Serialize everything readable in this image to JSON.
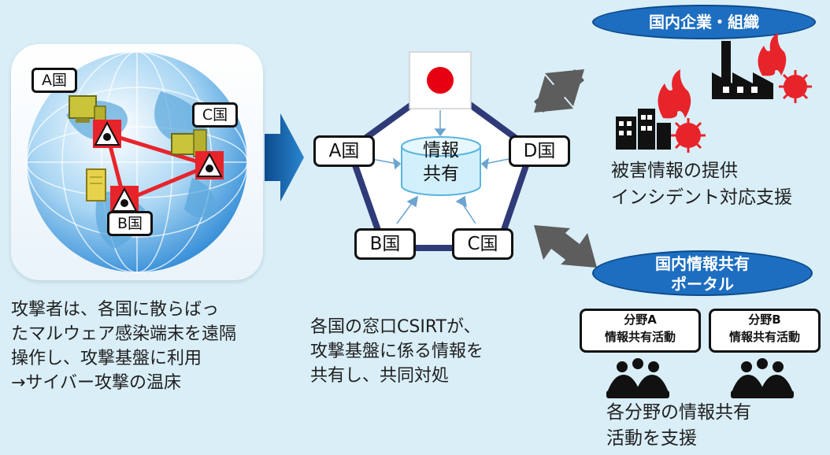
{
  "left": {
    "country_labels": [
      "A国",
      "C国",
      "B国"
    ],
    "caption_lines": [
      "攻撃者は、各国に散らばっ",
      "たマルウェア感染端末を遠隔",
      "操作し、攻撃基盤に利用",
      "→サイバー攻撃の温床"
    ]
  },
  "center": {
    "hub_lines": [
      "情報",
      "共有"
    ],
    "nodes": [
      "A国",
      "D国",
      "B国",
      "C国"
    ],
    "caption_lines": [
      "各国の窓口CSIRTが、",
      "攻撃基盤に係る情報を",
      "共有し、共同対処"
    ]
  },
  "right_top": {
    "title": "国内企業・組織",
    "caption_lines": [
      "被害情報の提供",
      "インシデント対応支援"
    ]
  },
  "right_bottom": {
    "title_lines": [
      "国内情報共有",
      "ポータル"
    ],
    "fields": [
      {
        "line1": "分野A",
        "line2": "情報共有活動"
      },
      {
        "line1": "分野B",
        "line2": "情報共有活動"
      }
    ],
    "caption_lines": [
      "各分野の情報共有",
      "活動を支援"
    ]
  },
  "colors": {
    "background": "#d9eef7",
    "pentagon_stroke": "#2f3a78",
    "arrow_blue": "#1f6fb8",
    "attack_line": "#e8242b",
    "ellipse_blue": "#1d6ec0",
    "double_arrow": "#5d5d5d"
  }
}
